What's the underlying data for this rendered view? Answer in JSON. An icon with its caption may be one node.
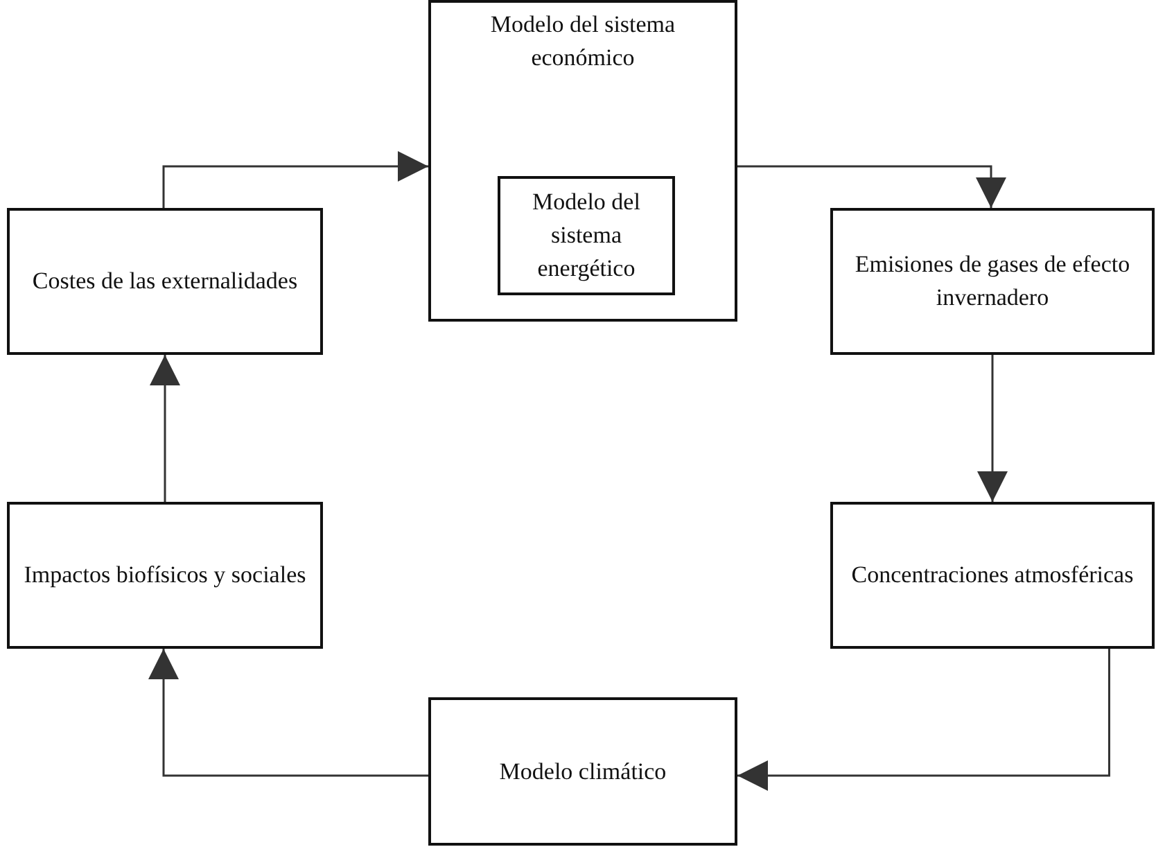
{
  "diagram": {
    "nodes": [
      {
        "text": [
          "Modelo del sistema económico"
        ]
      },
      {
        "text": [
          "Modelo del sistema energético"
        ],
        "in": 0
      },
      {
        "text": [
          "Emisiones de gases de efecto invernadero"
        ]
      },
      {
        "text": [
          "Concentraciones atmosféricas"
        ]
      },
      {
        "text": [
          "Modelo climático"
        ]
      },
      {
        "text": [
          "Impactos biofísicos y sociales"
        ]
      },
      {
        "text": [
          "Costes de las externalidades"
        ]
      }
    ],
    "edges": [
      {
        "from": 0,
        "to": 2,
        "arrow": "to"
      },
      {
        "from": 2,
        "to": 3,
        "arrow": "to"
      },
      {
        "from": 3,
        "to": 4,
        "arrow": "to"
      },
      {
        "from": 4,
        "to": 5,
        "arrow": "to"
      },
      {
        "from": 5,
        "to": 6,
        "arrow": "to"
      },
      {
        "from": 6,
        "to": 0,
        "arrow": "to"
      }
    ]
  }
}
